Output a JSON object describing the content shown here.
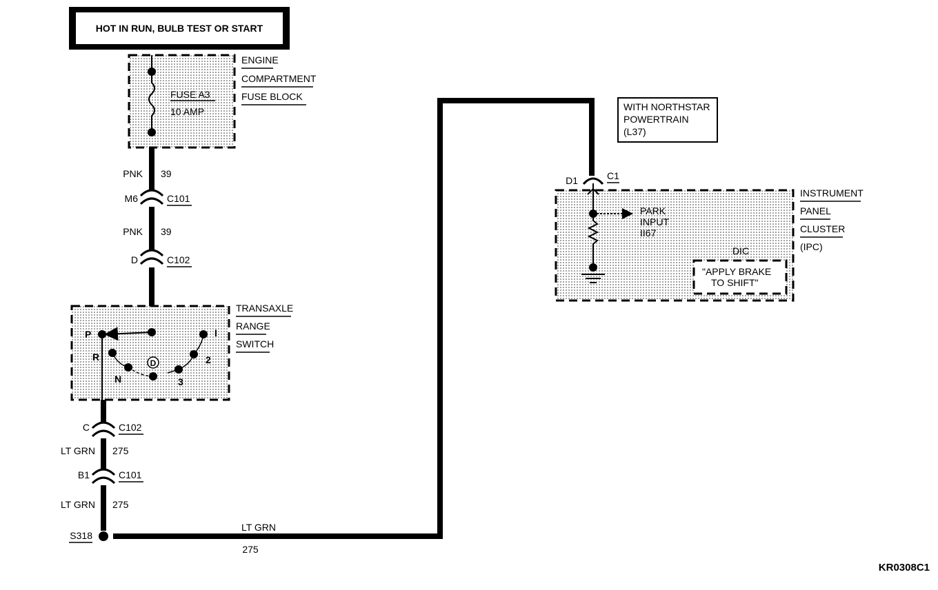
{
  "power_source": "HOT IN RUN, BULB TEST OR START",
  "fuse_block": {
    "name": [
      "ENGINE",
      "COMPARTMENT",
      "FUSE BLOCK"
    ],
    "fuse": "FUSE A3",
    "rating": "10 AMP"
  },
  "wire_pnk_1": {
    "color": "PNK",
    "circuit": "39"
  },
  "conn_m6": {
    "pin": "M6",
    "name": "C101"
  },
  "wire_pnk_2": {
    "color": "PNK",
    "circuit": "39"
  },
  "conn_d": {
    "pin": "D",
    "name": "C102"
  },
  "switch": {
    "name": [
      "TRANSAXLE",
      "RANGE",
      "SWITCH"
    ],
    "positions": {
      "p": "P",
      "r": "R",
      "n": "N",
      "d": "D",
      "three": "3",
      "two": "2",
      "one": "I"
    }
  },
  "conn_c": {
    "pin": "C",
    "name": "C102"
  },
  "wire_ltgrn_1": {
    "color": "LT GRN",
    "circuit": "275"
  },
  "conn_b1": {
    "pin": "B1",
    "name": "C101"
  },
  "wire_ltgrn_2": {
    "color": "LT GRN",
    "circuit": "275"
  },
  "splice": "S318",
  "wire_ltgrn_3": {
    "color": "LT GRN",
    "circuit": "275"
  },
  "option_note": [
    "WITH NORTHSTAR",
    "POWERTRAIN",
    "(L37)"
  ],
  "conn_d1": {
    "pin": "D1",
    "name": "C1"
  },
  "ipc": {
    "name": [
      "INSTRUMENT",
      "PANEL",
      "CLUSTER",
      "(IPC)"
    ],
    "input": [
      "PARK",
      "INPUT",
      "II67"
    ],
    "dic_label": "DIC",
    "dic_message": [
      "\"APPLY BRAKE",
      "TO SHIFT\""
    ]
  },
  "diagram_id": "KR0308C1"
}
